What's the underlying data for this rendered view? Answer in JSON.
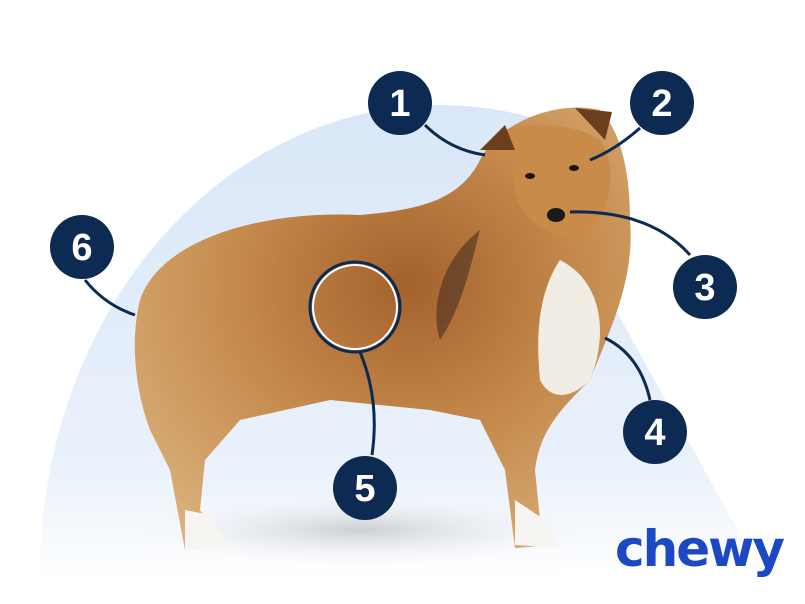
{
  "callouts": [
    {
      "label": "1"
    },
    {
      "label": "2"
    },
    {
      "label": "3"
    },
    {
      "label": "4"
    },
    {
      "label": "5"
    },
    {
      "label": "6"
    }
  ],
  "logo": {
    "text": "chewy",
    "color": "#1c49c2"
  },
  "colors": {
    "callout_fill": "#0c2a52",
    "background_shape": "#dde9f7",
    "dog_fur": "#b7793c"
  }
}
